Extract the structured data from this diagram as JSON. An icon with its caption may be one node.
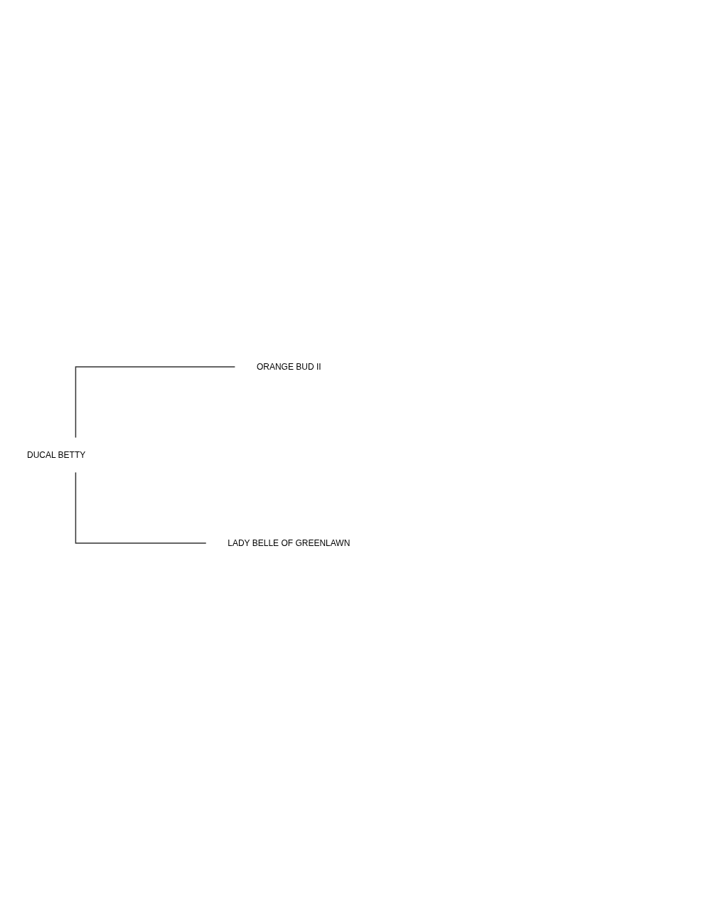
{
  "diagram": {
    "nodes": [
      {
        "text": [
          "ORANGE BUD II"
        ]
      },
      {
        "text": [
          "DUCAL BETTY"
        ]
      },
      {
        "text": [
          "LADY BELLE OF GREENLAWN"
        ]
      }
    ],
    "edges": [
      {
        "from": 1,
        "to": 0,
        "arrow": "none"
      },
      {
        "from": 1,
        "to": 2,
        "arrow": "none"
      }
    ]
  }
}
